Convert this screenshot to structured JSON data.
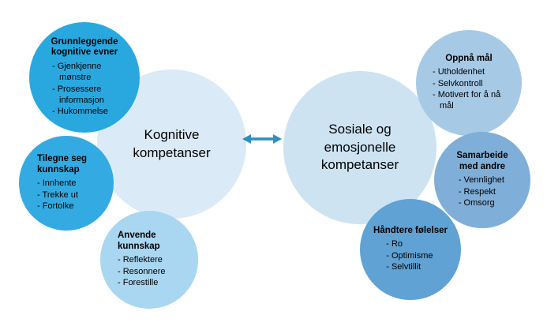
{
  "diagram": {
    "left_cluster": {
      "main_label": "Kognitive\nkompetanser",
      "bubbles": [
        {
          "id": "grunnleggende",
          "title": "Grunnleggende kognitive evner",
          "items": [
            "- Gjenkjenne mønstre",
            "- Prosessere informasjon",
            "- Hukommelse"
          ]
        },
        {
          "id": "tilegne",
          "title": "Tilegne seg kunnskap",
          "items": [
            "- Innhente",
            "- Trekke ut",
            "- Fortolke"
          ]
        },
        {
          "id": "anvende",
          "title": "Anvende kunnskap",
          "items": [
            "- Reflektere",
            "- Resonnere",
            "- Forestille"
          ]
        }
      ]
    },
    "right_cluster": {
      "main_label": "Sosiale og\nemosjonelle\nkompetanser",
      "bubbles": [
        {
          "id": "oppna-mal",
          "title": "Oppnå mål",
          "items": [
            "- Utholdenhet",
            "- Selvkontroll",
            "- Motivert for å nå mål"
          ]
        },
        {
          "id": "samarbeide",
          "title": "Samarbeide med andre",
          "items": [
            "- Vennlighet",
            "- Respekt",
            "- Omsorg"
          ]
        },
        {
          "id": "handtere",
          "title": "Håndtere følelser",
          "items": [
            "- Ro",
            "- Optimisme",
            "- Selvtillit"
          ]
        }
      ]
    },
    "connector": {
      "icon": "double-headed-arrow"
    }
  },
  "colors": {
    "background": "#ffffff",
    "text": "#000000",
    "main_left": "#daeaf6",
    "main_right": "#cde3f2",
    "grunnleggende": "#29a8e0",
    "tilegne": "#33abe2",
    "anvende": "#a9d6f0",
    "oppna_mal": "#a6c9e6",
    "samarbeide": "#7fafd8",
    "handtere": "#5fa2d3",
    "arrow": "#2f8fc0"
  }
}
